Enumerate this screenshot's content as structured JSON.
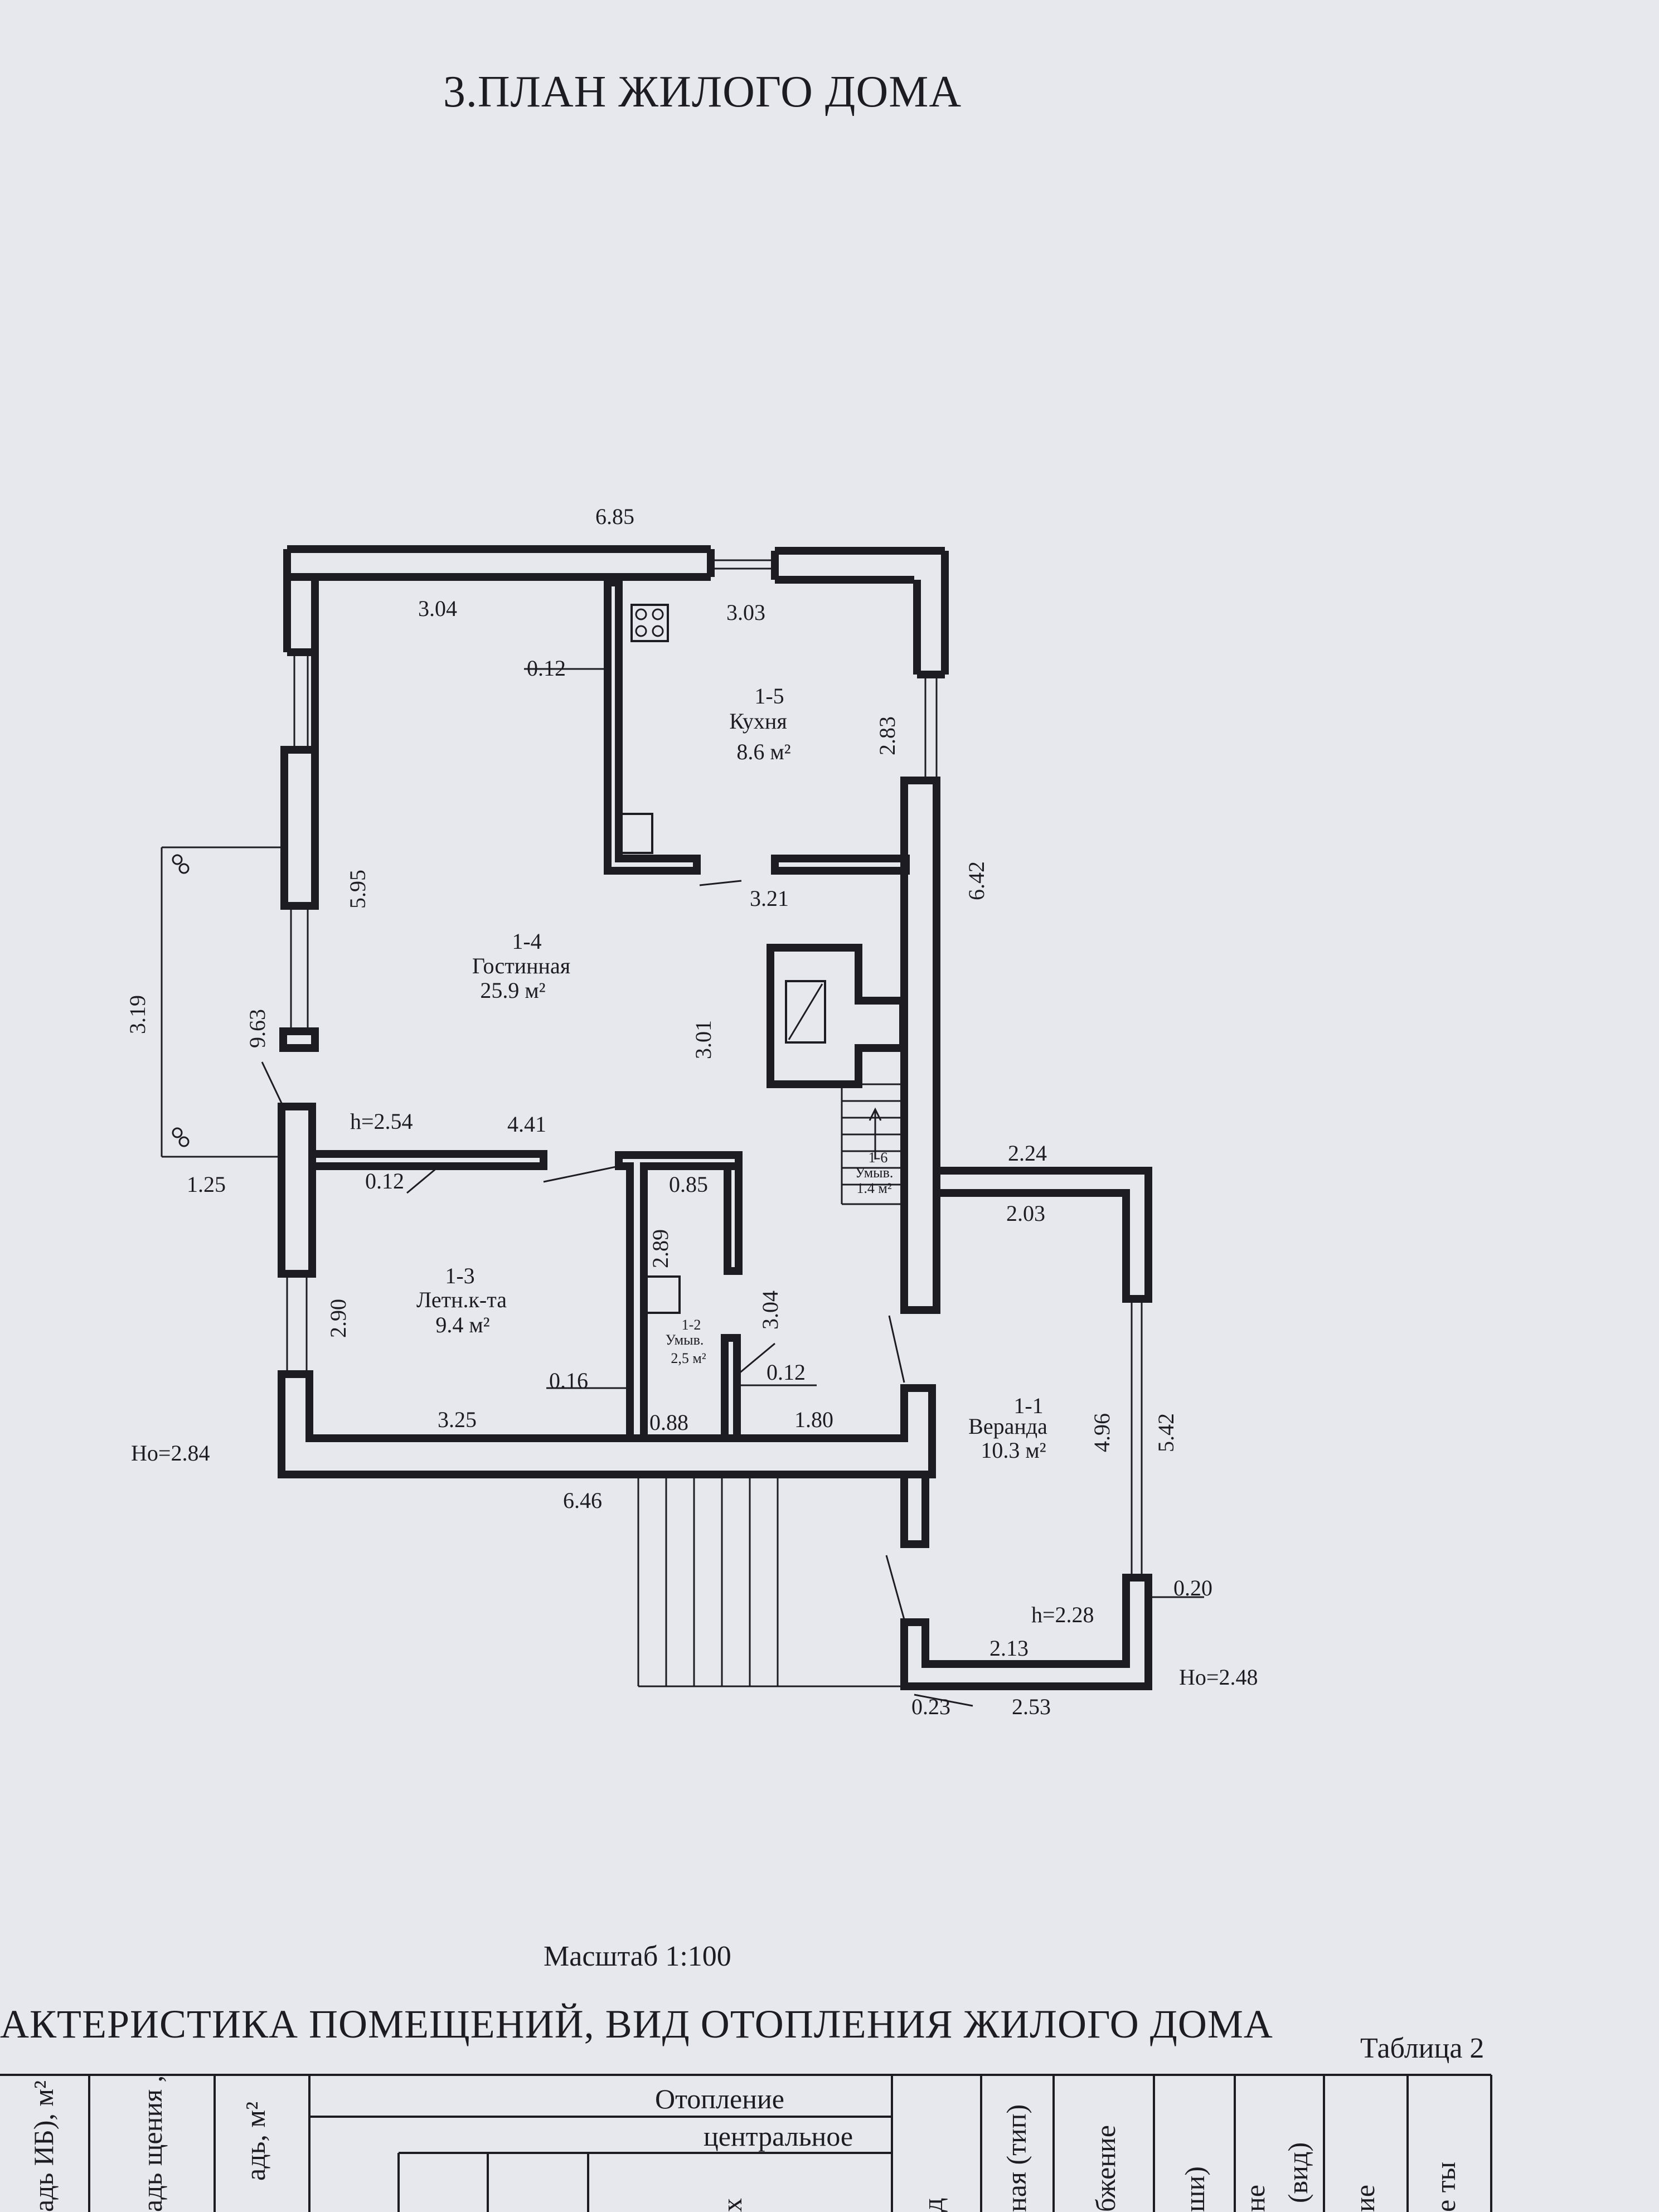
{
  "title": "3.ПЛАН ЖИЛОГО ДОМА",
  "rooms": [
    {
      "id": "1-1",
      "name": "Веранда",
      "area": "10.3 м²"
    },
    {
      "id": "1-2",
      "name": "Умыв.",
      "area": "2,5 м²"
    },
    {
      "id": "1-3",
      "name": "Летн.к-та",
      "area": "9.4  м²"
    },
    {
      "id": "1-4",
      "name": "Гостинная",
      "area": "25.9 м²"
    },
    {
      "id": "1-5",
      "name": "Кухня",
      "area": "8.6  м²"
    },
    {
      "id": "1-6",
      "name": "Умыв.",
      "area": "1.4  м²"
    }
  ],
  "dims": {
    "d685": "6.85",
    "d304": "3.04",
    "d303": "3.03",
    "d012a": "0.12",
    "d283": "2.83",
    "d595": "5.95",
    "d642": "6.42",
    "d321": "3.21",
    "d319": "3.19",
    "d963": "9.63",
    "d301": "3.01",
    "h254": "h=2.54",
    "d441": "4.41",
    "d012b": "0.12",
    "d125": "1.25",
    "d085": "0.85",
    "d289": "2.89",
    "d290": "2.90",
    "d304b": "3.04",
    "d224": "2.24",
    "d203": "2.03",
    "d016": "0.16",
    "d012c": "0.12",
    "d325": "3.25",
    "d088": "0.88",
    "d180": "1.80",
    "d496": "4.96",
    "d542": "5.42",
    "ho284": "Ho=2.84",
    "d646": "6.46",
    "d020": "0.20",
    "h228": "h=2.28",
    "d213": "2.13",
    "ho248": "Ho=2.48",
    "d023": "0.23",
    "d253": "2.53"
  },
  "scale": "Масштаб 1:100",
  "section_title": "АКТЕРИСТИКА ПОМЕЩЕНИЙ, ВИД ОТОПЛЕНИЯ ЖИЛОГО ДОМА",
  "table_label": "Таблица 2",
  "table": {
    "heating": "Отопление",
    "central": "центральное",
    "col_area_nb": "адь ИБ), м²",
    "col_premises": "адь щения , м²",
    "col_area": "адь, м²",
    "col_x": "х",
    "col_d": "д",
    "col_type": "ная (тип)",
    "col_supply": "бжение",
    "col_shi": "ши)",
    "col_vid": "(вид)",
    "col_ne": "не",
    "col_ie": "ие",
    "col_ty": "е ты"
  }
}
